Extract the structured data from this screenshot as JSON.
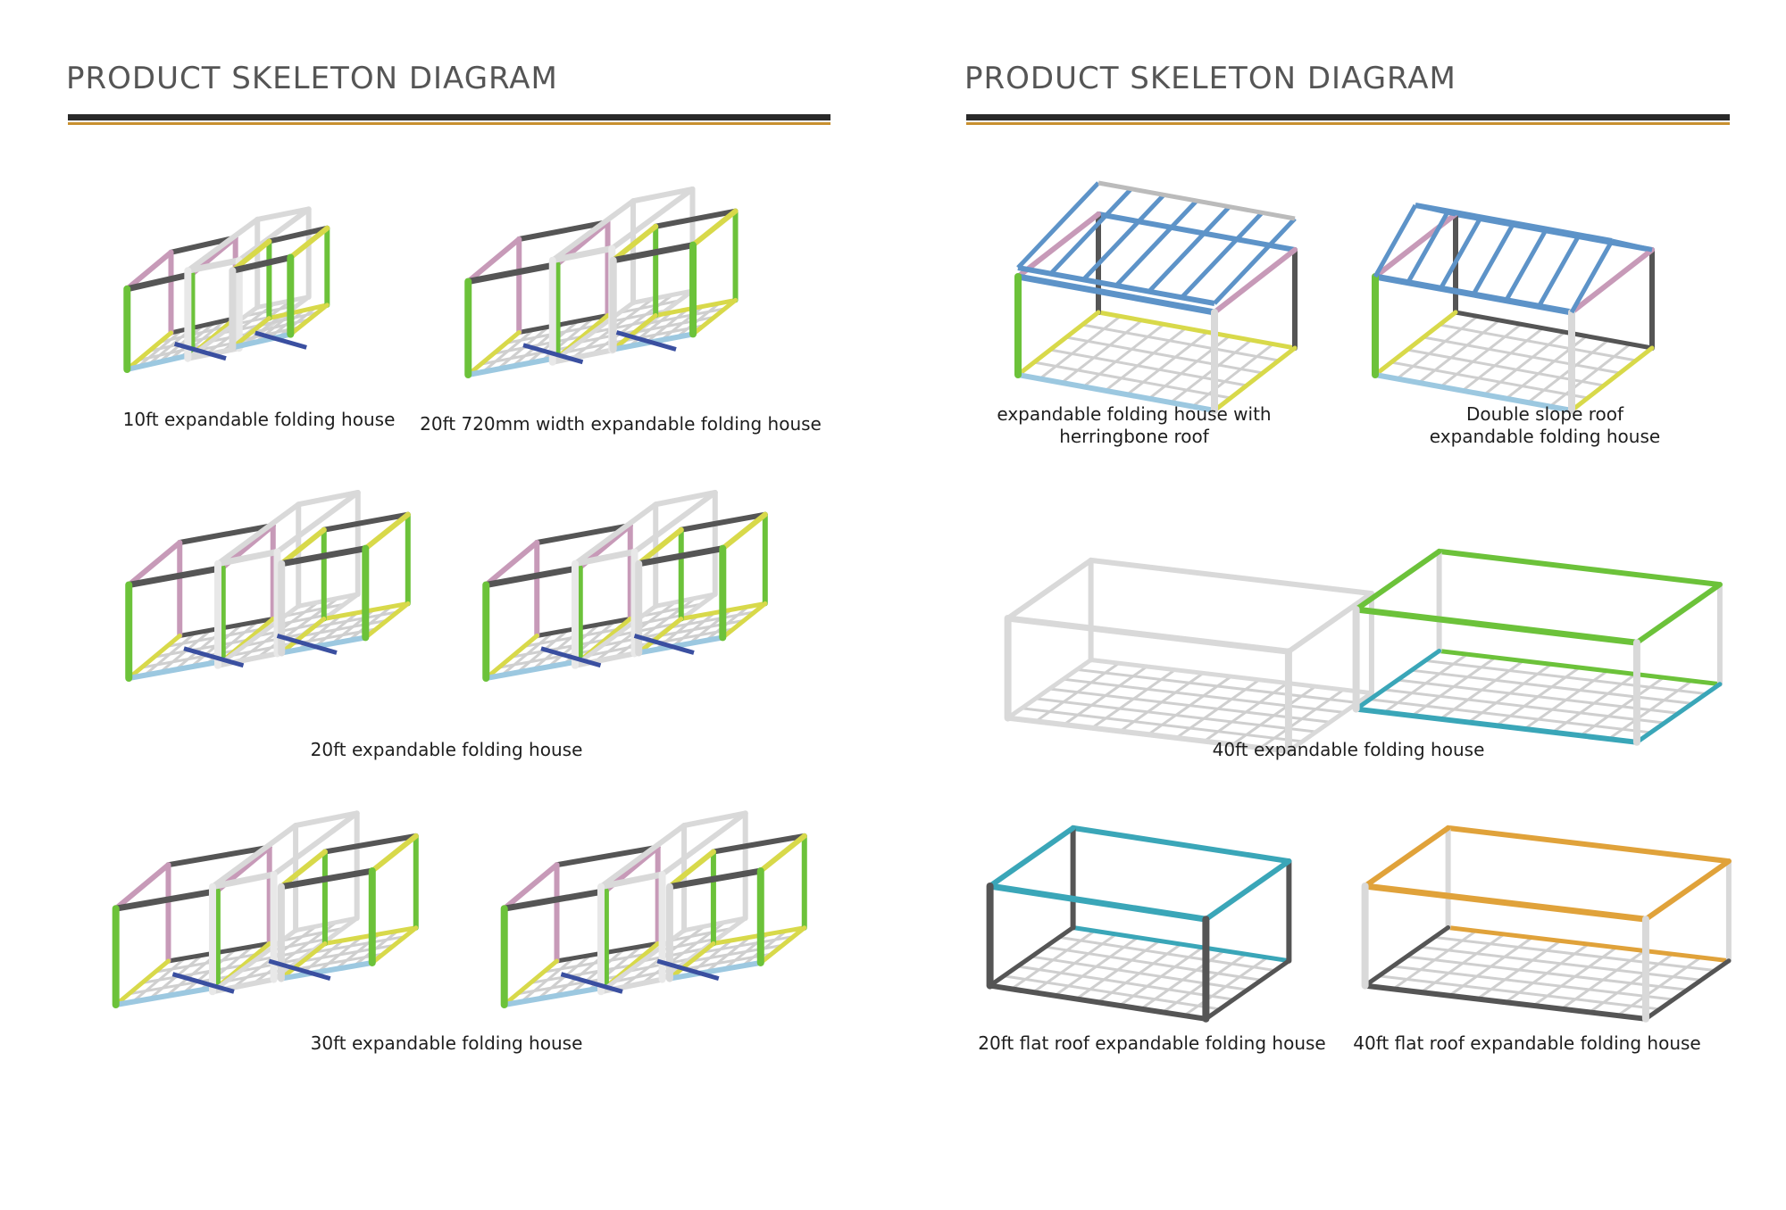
{
  "panels": [
    {
      "title": "PRODUCT SKELETON DIAGRAM",
      "items": [
        {
          "caption": "10ft expandable folding house"
        },
        {
          "caption": "20ft 720mm width expandable folding house"
        },
        {
          "caption": "20ft expandable folding house"
        },
        {
          "caption": "30ft expandable folding house"
        }
      ]
    },
    {
      "title": "PRODUCT SKELETON DIAGRAM",
      "items": [
        {
          "caption": "expandable folding house with\nherringbone roof"
        },
        {
          "caption": "Double slope roof\nexpandable folding house"
        },
        {
          "caption": "40ft expandable folding house"
        },
        {
          "caption": "20ft flat roof expandable folding house"
        },
        {
          "caption": "40ft flat roof expandable folding house"
        }
      ]
    }
  ],
  "colors": {
    "rule_dark": "#2a2a2a",
    "rule_gold": "#c8902f",
    "frame_green": "#6cc23a",
    "frame_yellow": "#d8d94a",
    "frame_pink": "#c79ab8",
    "frame_dark": "#555555",
    "frame_blue_beam": "#3a4fa0",
    "frame_light_blue": "#9cc8e0",
    "frame_white": "#d9d9d9",
    "frame_teal": "#3aa6b8",
    "frame_orange": "#e0a23a",
    "frame_sky": "#5d93c8"
  }
}
